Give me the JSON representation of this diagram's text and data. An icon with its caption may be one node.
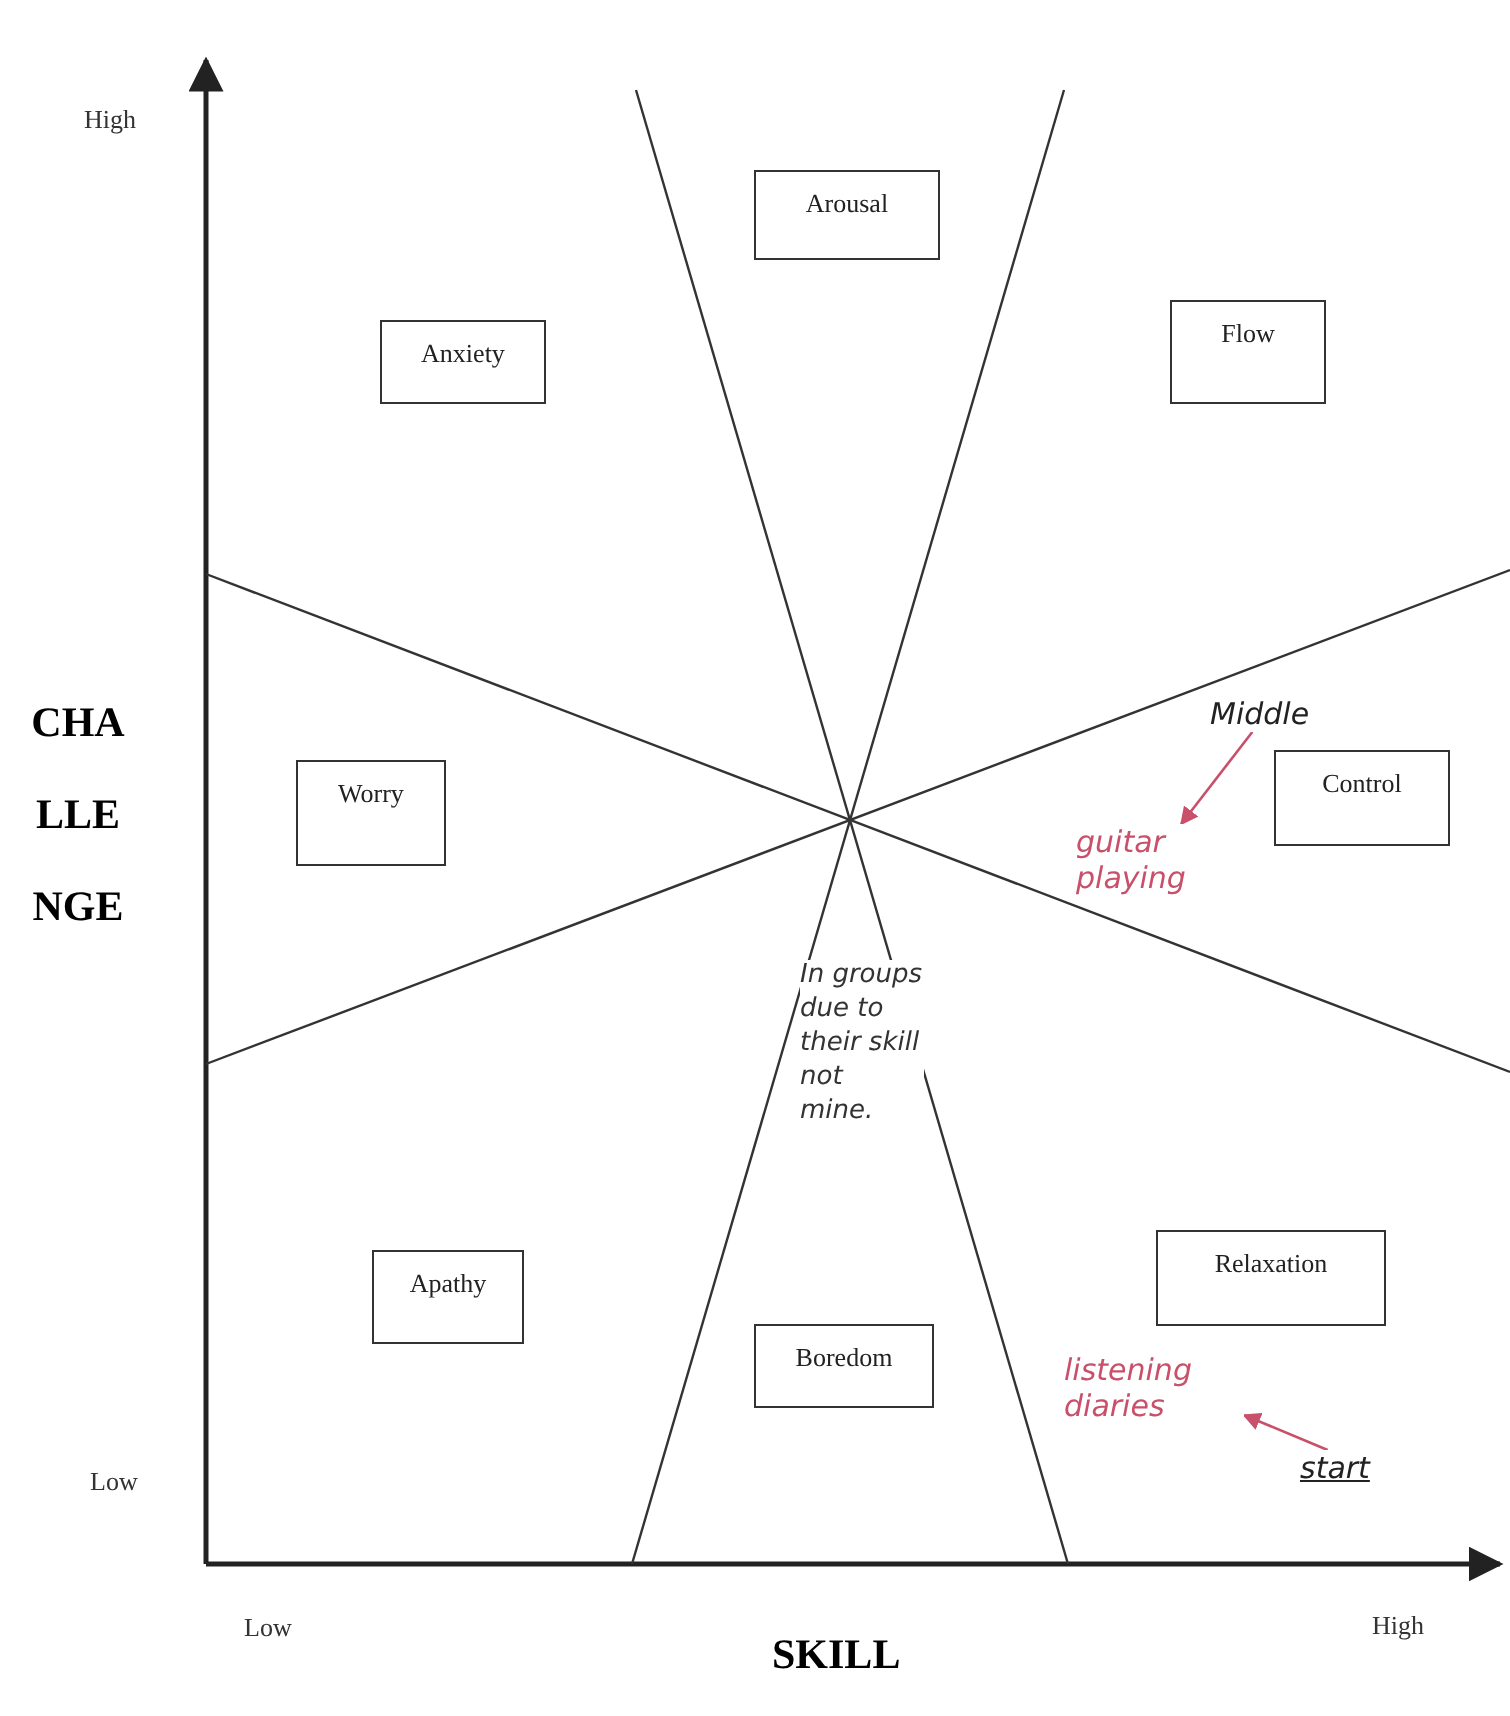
{
  "diagram": {
    "nodes": [
      {
        "text": [
          "Arousal"
        ]
      },
      {
        "text": [
          "Anxiety"
        ]
      },
      {
        "text": [
          "Flow"
        ]
      },
      {
        "text": [
          "Worry"
        ]
      },
      {
        "text": [
          "Control"
        ]
      },
      {
        "text": [
          "Apathy"
        ]
      },
      {
        "text": [
          "Relaxation"
        ]
      },
      {
        "text": [
          "Boredom"
        ]
      },
      {
        "text": [
          "Middle"
        ]
      },
      {
        "text": [
          "guitar playing"
        ]
      },
      {
        "text": [
          "listening diaries"
        ]
      },
      {
        "text": [
          "start"
        ]
      }
    ],
    "edges": [
      {
        "from": 8,
        "to": 9,
        "arrow": "to"
      },
      {
        "from": 11,
        "to": 10,
        "arrow": "to"
      }
    ],
    "labels": [
      "High",
      "CHA LLE NGE",
      "Low",
      "In groups due to their skill not mine.",
      "Low",
      "SKILL",
      "High"
    ]
  }
}
